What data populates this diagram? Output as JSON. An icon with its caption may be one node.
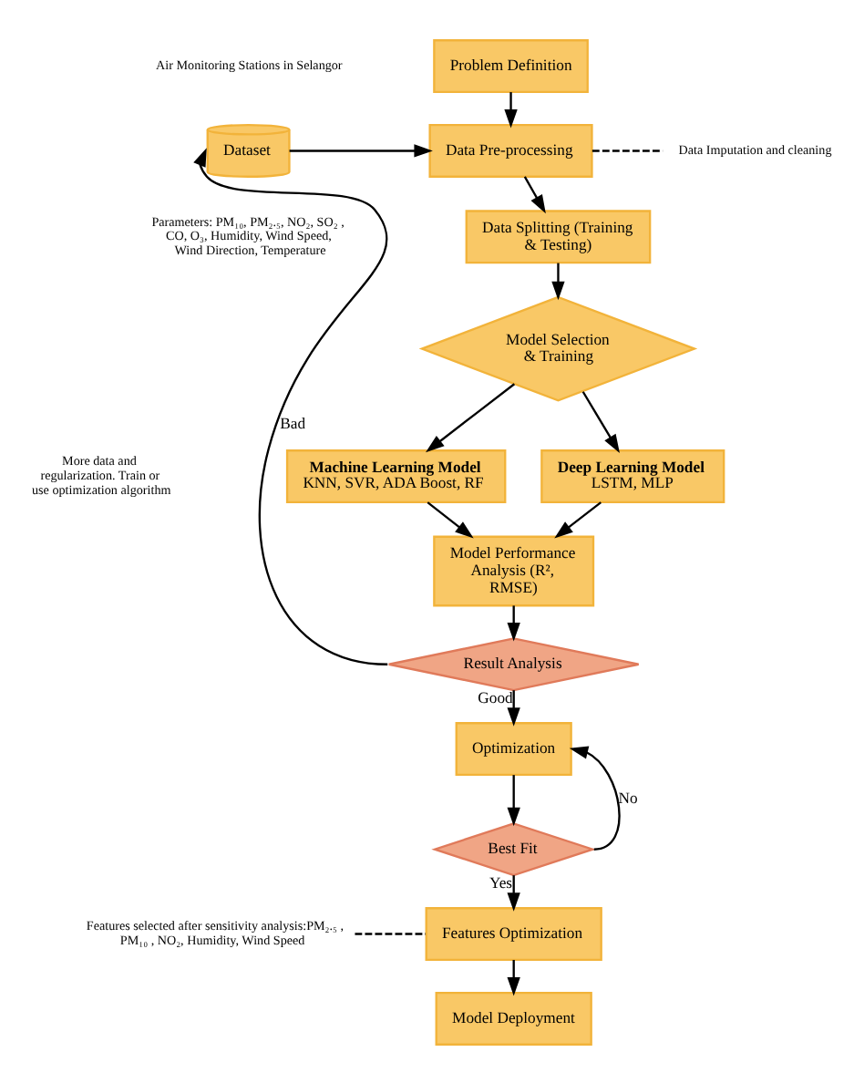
{
  "diagram": {
    "nodes": [
      {
        "text": [
          "Problem Definition"
        ]
      },
      {
        "text": [
          "Dataset"
        ],
        "beside": [
          "Air Monitoring Stations in Selangor",
          "Parameters: PM₁₀, PM₂.₅, NO₂, SO₂ , CO, O₃, Humidity, Wind Speed, Wind Direction, Temperature"
        ]
      },
      {
        "text": [
          "Data Pre-processing"
        ]
      },
      {
        "text": [
          "Data Imputation and cleaning"
        ]
      },
      {
        "text": [
          "Data Splitting (Training & Testing)"
        ]
      },
      {
        "text": [
          "Model Selection & Training"
        ]
      },
      {
        "text": [
          "Machine Learning Model",
          "KNN, SVR, ADA Boost, RF"
        ]
      },
      {
        "text": [
          "Deep Learning Model",
          "LSTM, MLP"
        ]
      },
      {
        "text": [
          "Model Performance Analysis (R², RMSE)"
        ]
      },
      {
        "text": [
          "Result Analysis"
        ]
      },
      {
        "text": [
          "Optimization"
        ]
      },
      {
        "text": [
          "Best Fit"
        ]
      },
      {
        "text": [
          "Features Optimization"
        ]
      },
      {
        "text": [
          "Features selected after sensitivity analysis:PM₂.₅ , PM₁₀ , NO₂, Humidity, Wind Speed"
        ]
      },
      {
        "text": [
          "Model Deployment"
        ]
      }
    ],
    "edges": [
      {
        "from": 0,
        "to": 2,
        "arrow": "to"
      },
      {
        "from": 1,
        "to": 2,
        "arrow": "to"
      },
      {
        "from": 2,
        "to": 3,
        "arrow": "none",
        "style": "dashed"
      },
      {
        "from": 2,
        "to": 4,
        "arrow": "to"
      },
      {
        "from": 4,
        "to": 5,
        "arrow": "to"
      },
      {
        "from": 5,
        "to": 6,
        "arrow": "to"
      },
      {
        "from": 5,
        "to": 7,
        "arrow": "to"
      },
      {
        "from": 6,
        "to": 8,
        "arrow": "to"
      },
      {
        "from": 7,
        "to": 8,
        "arrow": "to"
      },
      {
        "from": 8,
        "to": 9,
        "arrow": "to"
      },
      {
        "from": 9,
        "to": 1,
        "arrow": "to",
        "label": "Bad"
      },
      {
        "from": 9,
        "to": 10,
        "arrow": "to",
        "label": "Good"
      },
      {
        "from": 10,
        "to": 11,
        "arrow": "to"
      },
      {
        "from": 11,
        "to": 10,
        "arrow": "to",
        "label": "No"
      },
      {
        "from": 11,
        "to": 12,
        "arrow": "to",
        "label": "Yes"
      },
      {
        "from": 13,
        "to": 12,
        "arrow": "none",
        "style": "dashed"
      },
      {
        "from": 12,
        "to": 14,
        "arrow": "to"
      }
    ],
    "labels": [
      "More data and regularization. Train or use optimization algorithm"
    ]
  }
}
